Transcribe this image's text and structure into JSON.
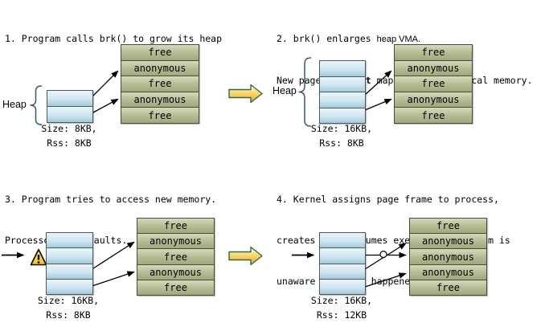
{
  "colors": {
    "vma_fill": "#abb389",
    "vma_fill_light": "#d6dabc",
    "vma_border": "#454d37",
    "page_fill": "#a2cadc",
    "page_fill_light": "#eaf5fa",
    "page_border": "#4e585f",
    "flow_arrow_fill": "#f2a93b",
    "flow_arrow_border": "#2a6b4b",
    "warning_fill": "#fdd017",
    "connector": "#000000",
    "brace": "#3c5a66"
  },
  "icons": {
    "flow_arrow": "right-block-arrow",
    "warning": "exclamation-triangle"
  },
  "panels": [
    {
      "number": "1",
      "title_lines": [
        "1. Program calls brk() to grow its heap"
      ],
      "heap_label": "Heap",
      "pages": 2,
      "vma_rows": [
        "free",
        "anonymous",
        "free",
        "anonymous",
        "free"
      ],
      "size_line": "Size: 8KB,",
      "rss_line": "Rss: 8KB"
    },
    {
      "number": "2",
      "title_line1_mono": "2. brk() enlarges ",
      "title_line1_sans": "heap VMA.",
      "title_line2_pre": "New pages are ",
      "title_line2_bold": "not",
      "title_line2_post": " mapped onto physical memory.",
      "heap_label": "Heap",
      "pages": 4,
      "vma_rows": [
        "free",
        "anonymous",
        "free",
        "anonymous",
        "free"
      ],
      "size_line": "Size: 16KB,",
      "rss_line": "Rss: 8KB"
    },
    {
      "number": "3",
      "title_lines": [
        "3. Program tries to access new memory.",
        "Processor page faults."
      ],
      "pages": 4,
      "vma_rows": [
        "free",
        "anonymous",
        "free",
        "anonymous",
        "free"
      ],
      "size_line": "Size: 16KB,",
      "rss_line": "Rss: 8KB"
    },
    {
      "number": "4",
      "title_lines": [
        "4. Kernel assigns page frame to process,",
        "creates PTE, resumes execution. Program is",
        "unaware anything happened."
      ],
      "pages": 4,
      "vma_rows": [
        "free",
        "anonymous",
        "anonymous",
        "anonymous",
        "free"
      ],
      "size_line": "Size: 16KB,",
      "rss_line": "Rss: 12KB"
    }
  ]
}
